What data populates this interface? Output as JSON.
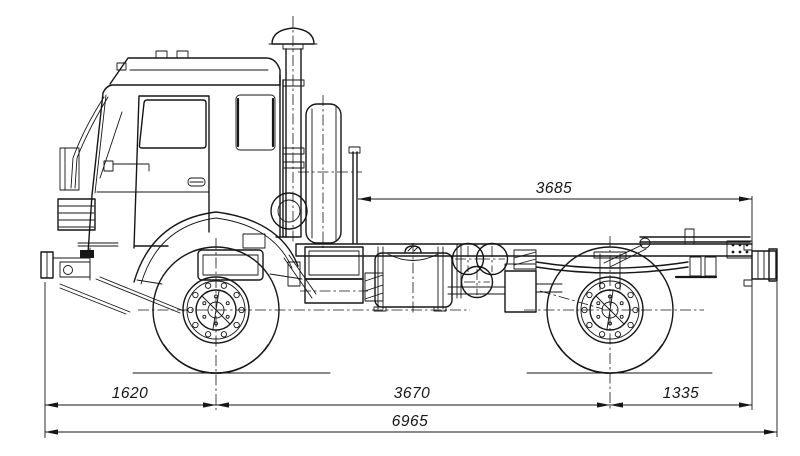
{
  "drawing": {
    "subject": "cab-over truck chassis, left side view, engineering line drawing",
    "colors": {
      "line": "#161616",
      "background": "#ffffff"
    },
    "dimensions": {
      "top": {
        "value": "3685"
      },
      "bottom_left": {
        "value": "1620"
      },
      "bottom_center": {
        "value": "3670"
      },
      "bottom_right": {
        "value": "1335"
      },
      "overall": {
        "value": "6965"
      }
    }
  }
}
